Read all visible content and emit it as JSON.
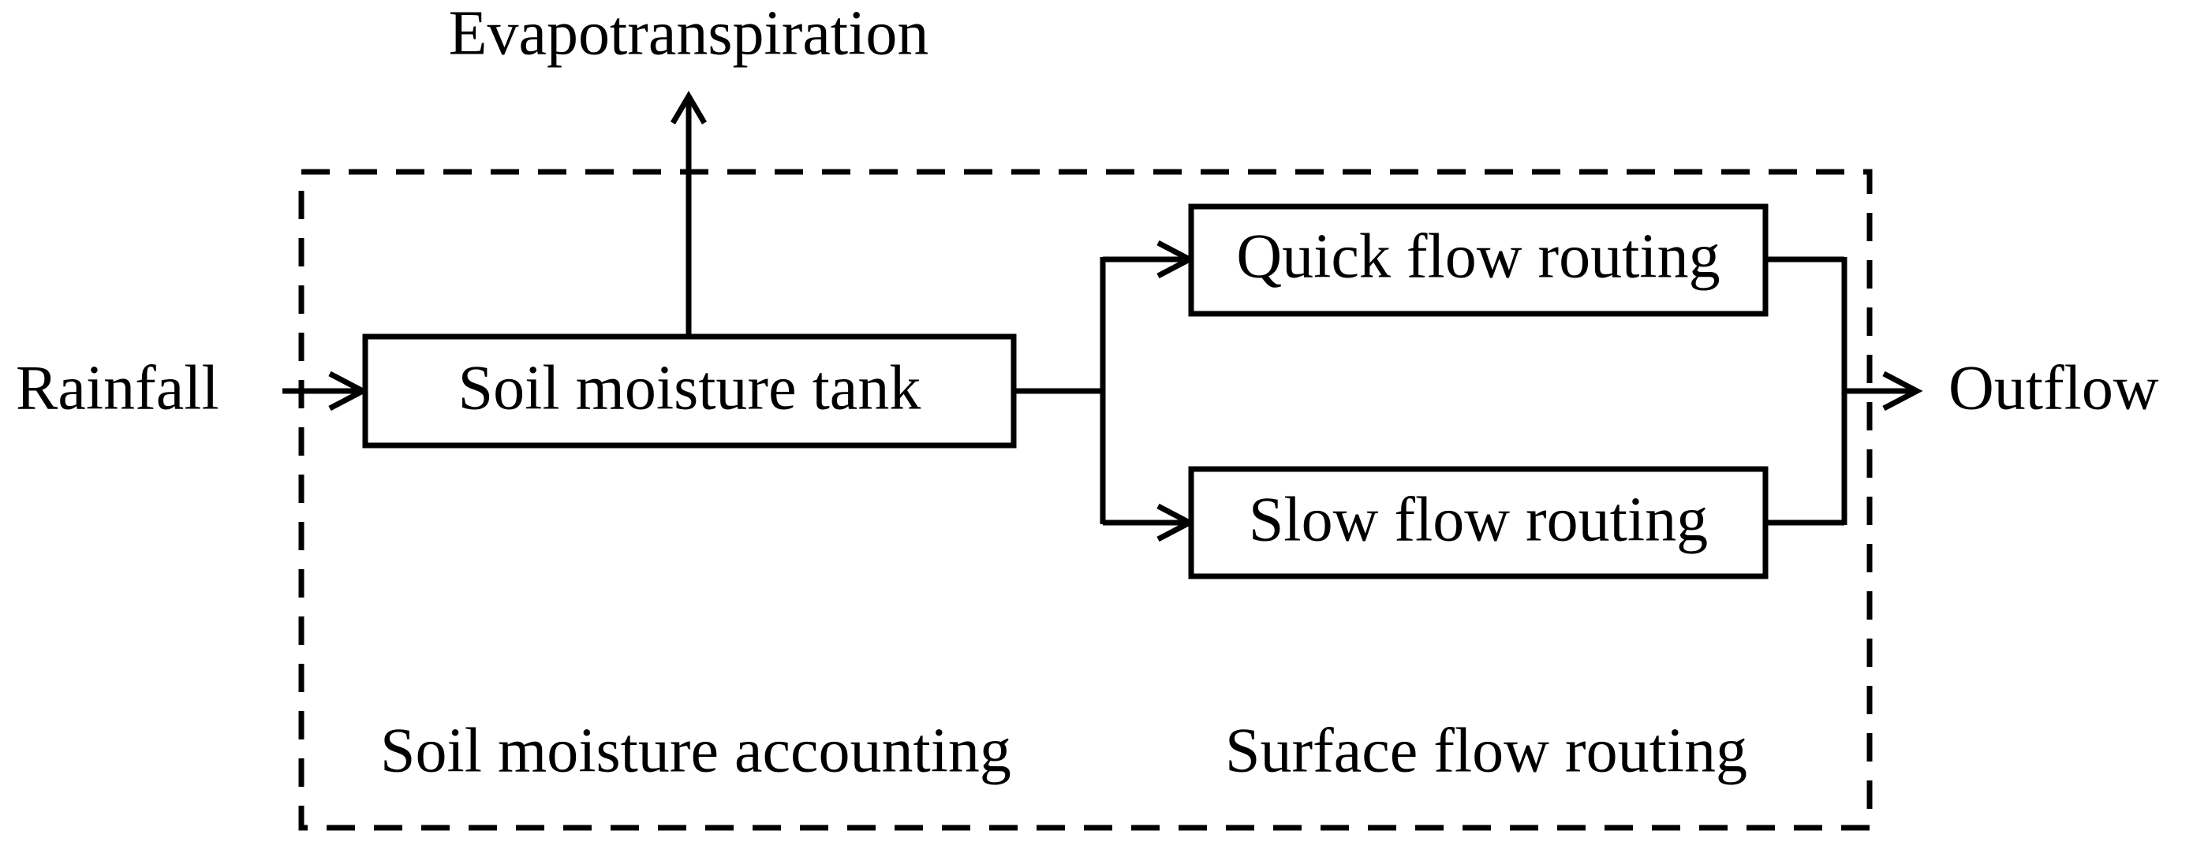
{
  "labels": {
    "inputs": {
      "rainfall": "Rainfall"
    },
    "outputs": {
      "evapotranspiration": "Evapotranspiration",
      "outflow": "Outflow"
    },
    "nodes": {
      "soil_moisture_tank": "Soil moisture tank",
      "quick_flow_routing": "Quick flow routing",
      "slow_flow_routing": "Slow flow routing"
    },
    "sections": {
      "soil_moisture_accounting": "Soil moisture accounting",
      "surface_flow_routing": "Surface flow routing"
    }
  },
  "colors": {
    "stroke": "#000000",
    "background": "#ffffff"
  }
}
